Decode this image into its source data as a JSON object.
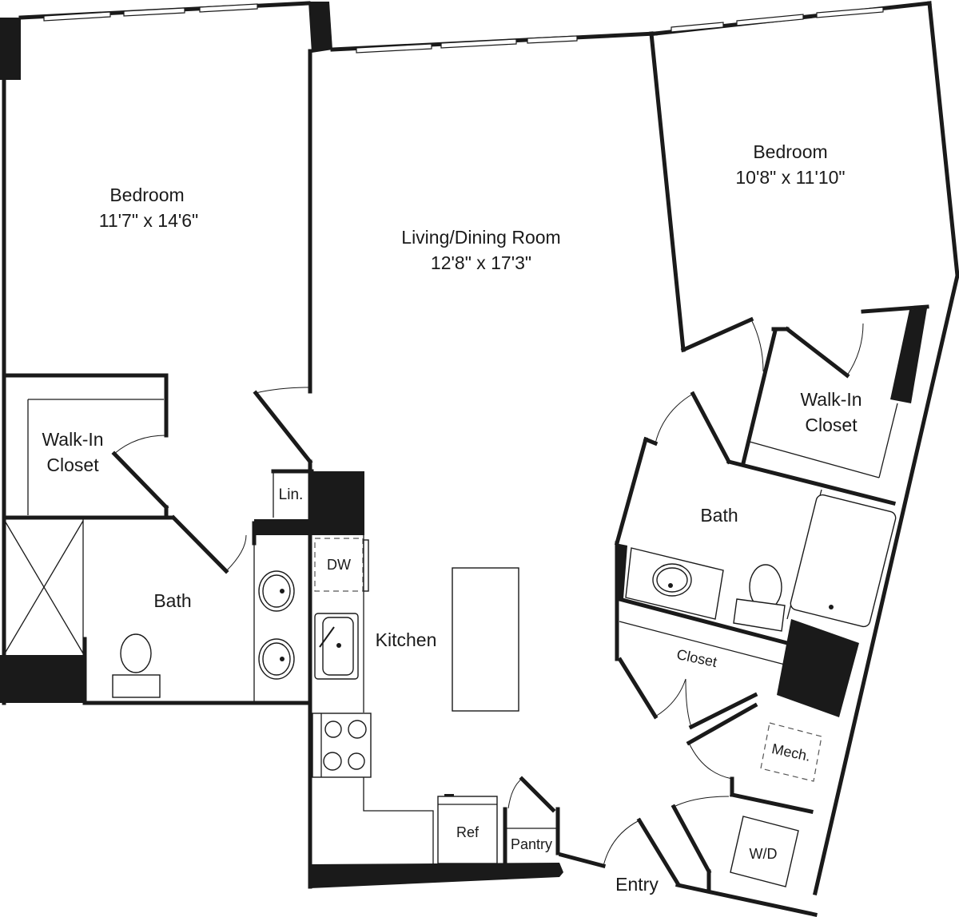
{
  "floor_plan": {
    "rooms": [
      {
        "id": "bedroom-1",
        "name": "Bedroom",
        "dimensions": "11'7\" x 14'6\""
      },
      {
        "id": "living-dining",
        "name": "Living/Dining Room",
        "dimensions": "12'8\" x 17'3\""
      },
      {
        "id": "bedroom-2",
        "name": "Bedroom",
        "dimensions": "10'8\" x 11'10\""
      }
    ],
    "labels": {
      "walkin_closet_1_line1": "Walk-In",
      "walkin_closet_1_line2": "Closet",
      "walkin_closet_2_line1": "Walk-In",
      "walkin_closet_2_line2": "Closet",
      "linen": "Lin.",
      "bath_1": "Bath",
      "bath_2": "Bath",
      "kitchen": "Kitchen",
      "dishwasher": "DW",
      "refrigerator": "Ref",
      "pantry": "Pantry",
      "entry": "Entry",
      "closet": "Closet",
      "mechanical": "Mech.",
      "washer_dryer": "W/D"
    },
    "colors": {
      "wall": "#1a1a1a",
      "background": "#ffffff"
    }
  }
}
